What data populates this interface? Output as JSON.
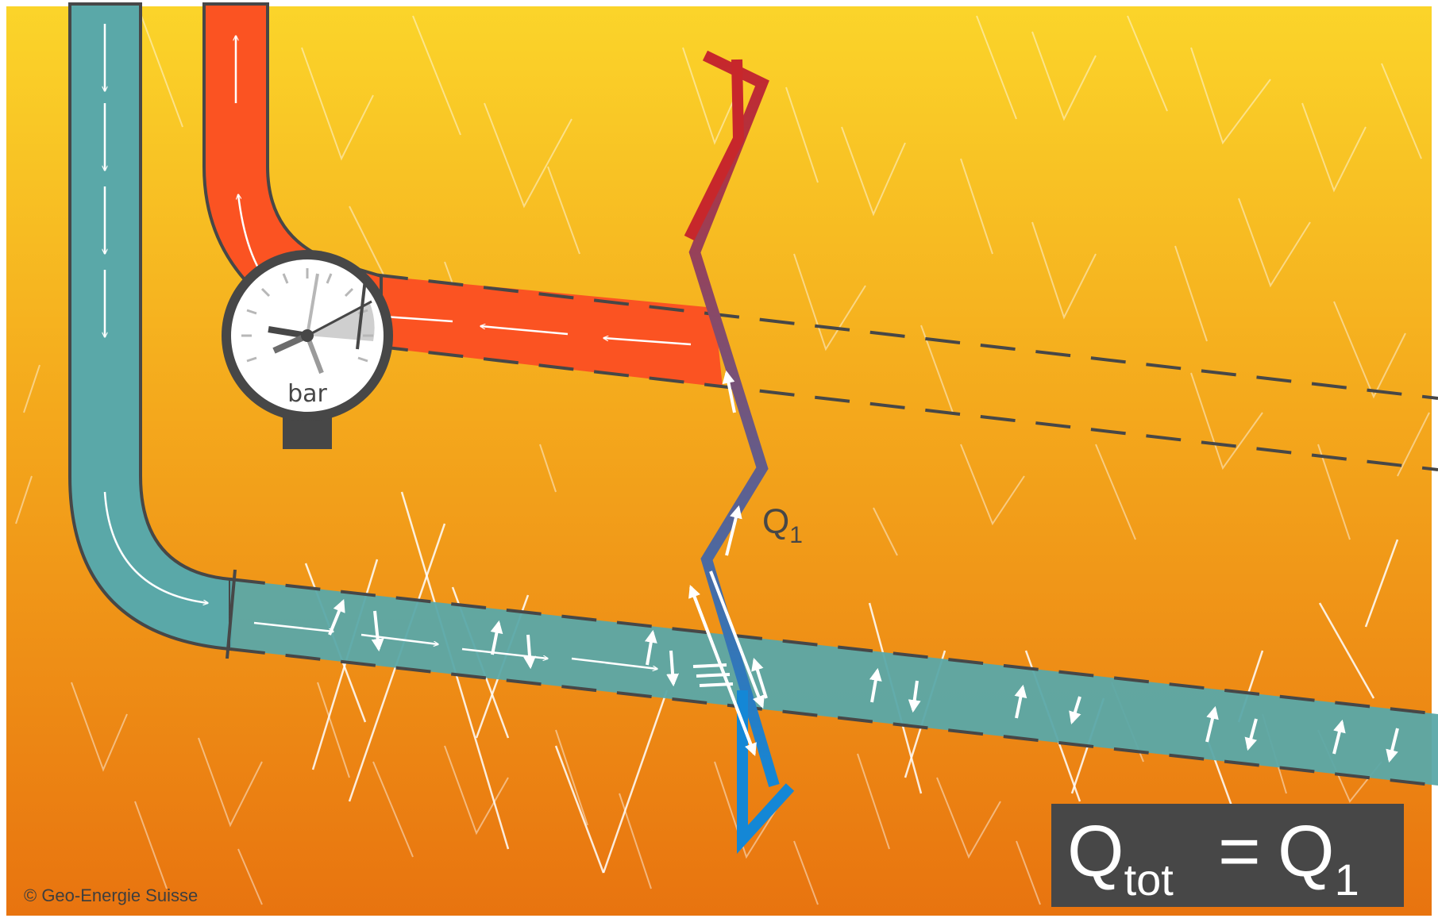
{
  "gauge": {
    "unit_label": "bar"
  },
  "flow_label": {
    "symbol": "Q",
    "subscript": "1"
  },
  "formula": {
    "lhs_symbol": "Q",
    "lhs_subscript": "tot",
    "operator": "=",
    "rhs_symbol": "Q",
    "rhs_subscript": "1"
  },
  "copyright": "© Geo-Energie Suisse",
  "colors": {
    "background_top": "#fbd52a",
    "background_bottom": "#e8730f",
    "injection_pipe": "#5aa8a8",
    "production_pipe": "#fb5322",
    "fracture_hot": "#c7272b",
    "fracture_cold": "#1487d6",
    "outline": "#474747",
    "formula_box": "#474747"
  }
}
